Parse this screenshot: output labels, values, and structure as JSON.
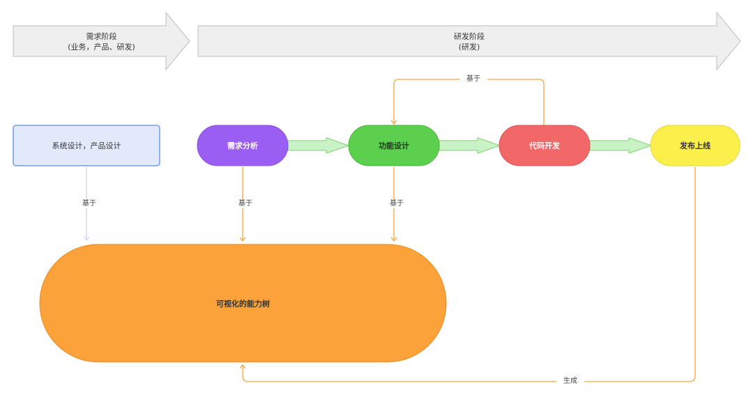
{
  "phases": {
    "requirement": {
      "title": "需求阶段",
      "subtitle": "(业务，产品、研发)"
    },
    "development": {
      "title": "研发阶段",
      "subtitle": "(研发)"
    }
  },
  "nodes": {
    "system_design": {
      "label": "系统设计，产品设计",
      "fill": "#e1e9fb",
      "stroke": "#5b8ff0"
    },
    "req_analysis": {
      "label": "需求分析",
      "fill": "#9b5ef2"
    },
    "func_design": {
      "label": "功能设计",
      "fill": "#5ccf4f"
    },
    "code_dev": {
      "label": "代码开发",
      "fill": "#f26767"
    },
    "release": {
      "label": "发布上线",
      "fill": "#fbef4b",
      "text_color": "#333333"
    },
    "capability_tree": {
      "label": "可视化的能力树",
      "fill": "#fba23a",
      "text_color": "#333333"
    }
  },
  "edges": {
    "based_on_top": "基于",
    "based_on_system": "基于",
    "based_on_req": "基于",
    "based_on_func": "基于",
    "generate": "生成"
  },
  "colors": {
    "phase_arrow_fill": "#efefef",
    "phase_arrow_stroke": "#bcbcbc",
    "flow_arrow_fill": "#c9f2c6",
    "flow_arrow_stroke": "#7fd26f",
    "connector": "#f5a73c",
    "connector_light": "#dcd0f5"
  }
}
